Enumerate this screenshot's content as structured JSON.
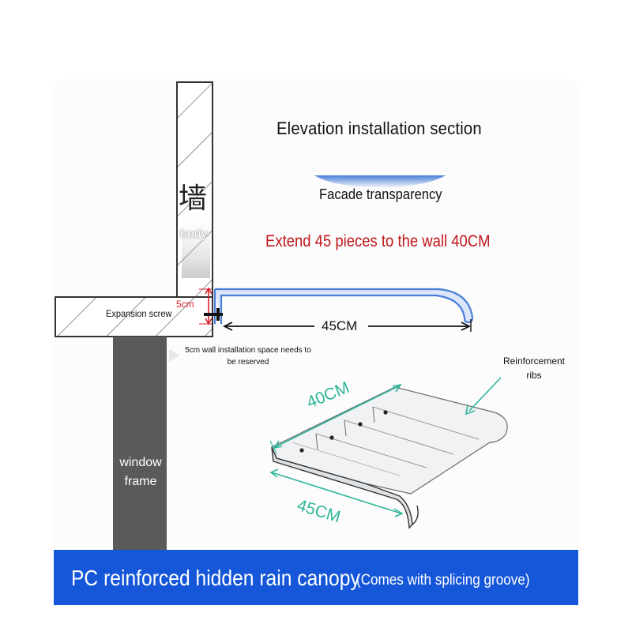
{
  "diagram": {
    "title": "Elevation installation section",
    "facade_label": "Facade transparency",
    "extend_note": "Extend 45 pieces to the wall 40CM",
    "wall_char": "墙",
    "body_label": "body",
    "gap_label": "5cm",
    "expansion_screw_label": "Expansion screw",
    "length_label": "45CM",
    "install_note": "5cm wall installation space needs to be reserved",
    "window_frame_label": "window frame",
    "ribs_label": "Reinforcement ribs",
    "dim_width_label": "40CM",
    "dim_depth_label": "45CM"
  },
  "banner": {
    "main_text": "PC reinforced hidden rain canopy",
    "sub_text": "(Comes with splicing groove)"
  },
  "colors": {
    "canopy_blue": "#4a7fd8",
    "accent_red": "#c0161b",
    "dimension_teal": "#2fb59a",
    "banner_blue": "#1557d8",
    "frame_gray": "#5a5a5a"
  }
}
